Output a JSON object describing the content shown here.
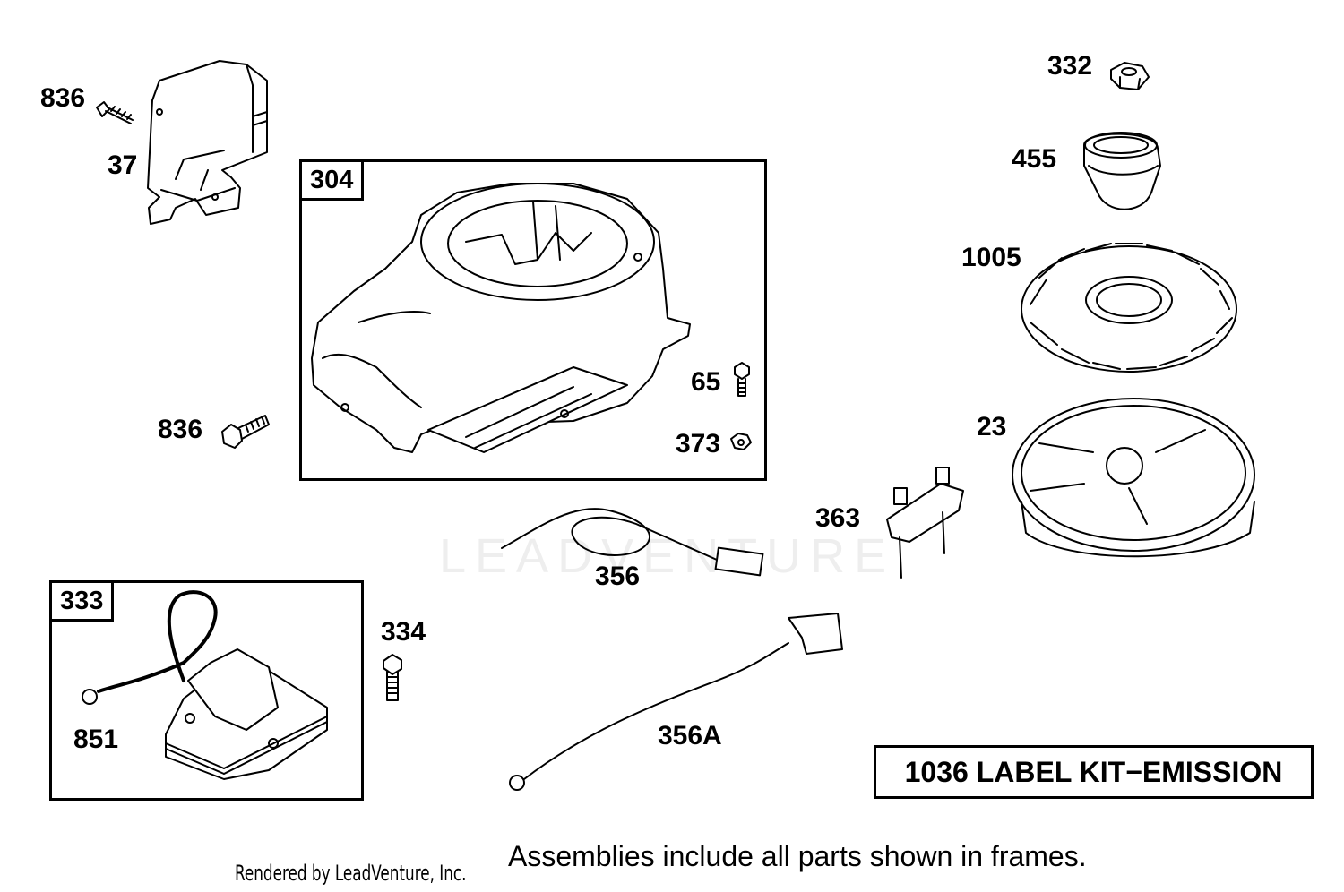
{
  "watermark": "LEADVENTURE",
  "frames": {
    "blower_housing": "304",
    "armature": "333"
  },
  "labels": {
    "bolt_top": "836",
    "bracket": "37",
    "bolt_mid": "836",
    "screw": "65",
    "nut_small": "373",
    "nut_top": "332",
    "cup": "455",
    "fan": "1005",
    "flywheel": "23",
    "bracket_363": "363",
    "wire": "356",
    "wire_a": "356A",
    "screw_334": "334",
    "spark_wire": "851"
  },
  "kit_label": "1036 LABEL KIT−EMISSION",
  "note": "Assemblies include all parts shown in frames.",
  "credit": "Rendered by LeadVenture, Inc."
}
